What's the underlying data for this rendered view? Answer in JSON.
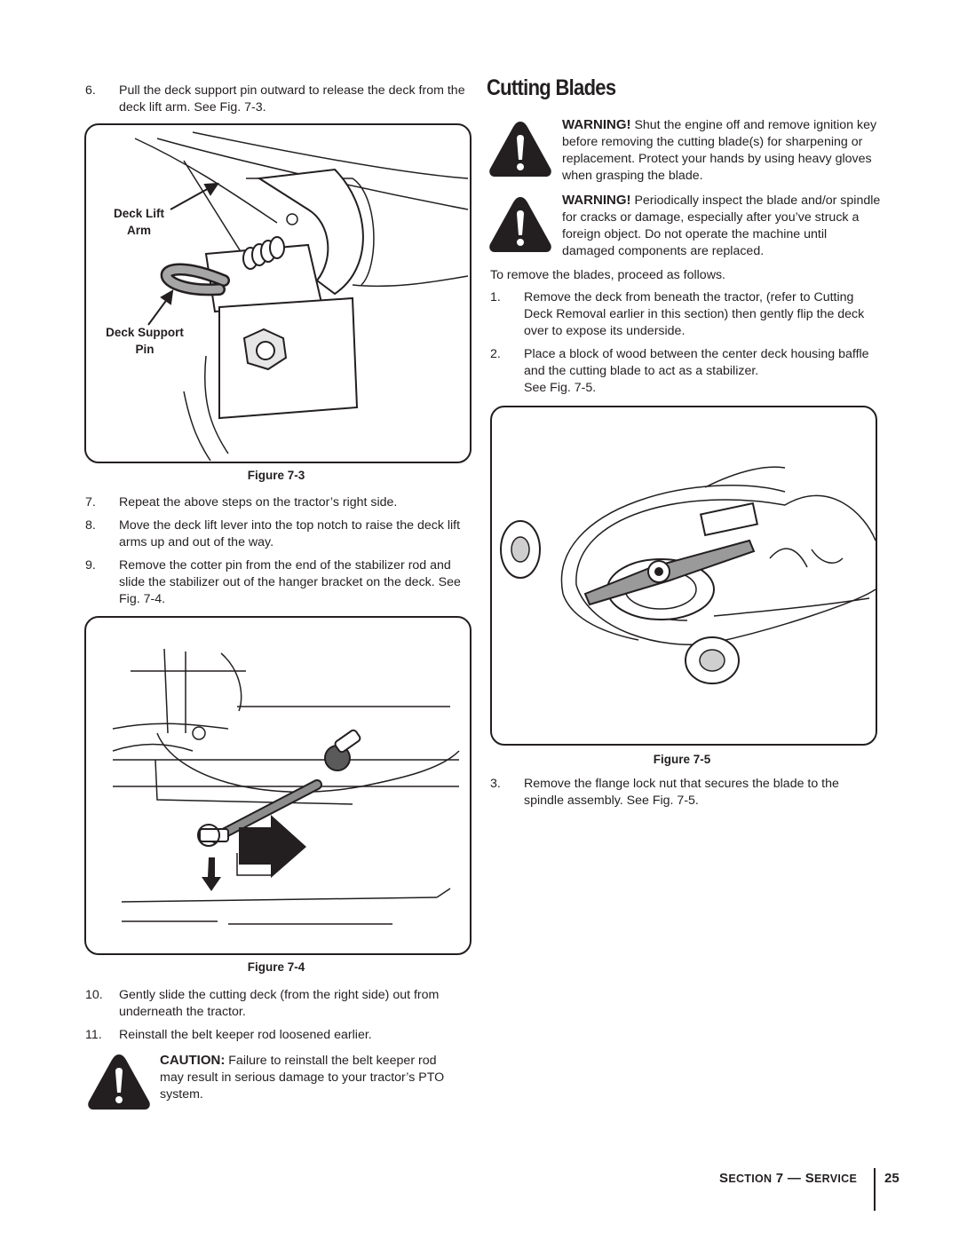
{
  "left": {
    "step6": {
      "num": "6.",
      "text": "Pull the deck support pin outward to release the deck from the deck lift arm. See Fig. 7-3."
    },
    "fig3": {
      "callout_lift_1": "Deck Lift",
      "callout_lift_2": "Arm",
      "callout_pin_1": "Deck Support",
      "callout_pin_2": "Pin",
      "caption": "Figure 7-3"
    },
    "step7": {
      "num": "7.",
      "text": "Repeat the above steps on the tractor’s right side."
    },
    "step8": {
      "num": "8.",
      "text": "Move the deck lift lever into the top notch to raise the deck lift arms up and out of the way."
    },
    "step9": {
      "num": "9.",
      "text": "Remove the cotter pin from the end of the stabilizer rod and slide the stabilizer out of the hanger bracket on the deck. See Fig. 7-4."
    },
    "fig4": {
      "caption": "Figure 7-4"
    },
    "step10": {
      "num": "10.",
      "text": "Gently slide the cutting deck (from the right side) out from underneath the tractor."
    },
    "step11": {
      "num": "11.",
      "text": "Reinstall the belt keeper rod loosened earlier."
    },
    "caution": {
      "label": "CAUTION:",
      "text": " Failure to reinstall the belt keeper rod may result in serious damage to your tractor’s PTO system."
    }
  },
  "right": {
    "title": "Cutting Blades",
    "warning1": {
      "label": "WARNING!",
      "text": " Shut the engine off and remove ignition key before removing the cutting blade(s) for sharpening or replacement. Protect your hands by using heavy gloves when grasping the blade."
    },
    "warning2": {
      "label": "WARNING!",
      "text": " Periodically inspect the blade and/or spindle for cracks or damage, especially after you’ve struck a foreign object. Do not operate the machine until  damaged components are replaced."
    },
    "intro": "To remove the blades, proceed as follows.",
    "step1": {
      "num": "1.",
      "text": "Remove the deck from beneath the tractor, (refer to Cutting Deck Removal earlier in this section) then gently flip the deck over to expose its underside."
    },
    "step2": {
      "num": "2.",
      "text": "Place a block of wood between the center deck housing baffle and the cutting blade to act as a stabilizer.",
      "see": "See Fig. 7-5."
    },
    "fig5": {
      "caption": "Figure 7-5"
    },
    "step3": {
      "num": "3.",
      "text": "Remove the flange lock nut that secures the blade to the spindle assembly. See Fig. 7-5."
    }
  },
  "footer": {
    "section_s": "S",
    "section_rest": "ECTION",
    "section_num": " 7 — ",
    "service_s": "S",
    "service_rest": "ERVICE",
    "page": "25"
  }
}
